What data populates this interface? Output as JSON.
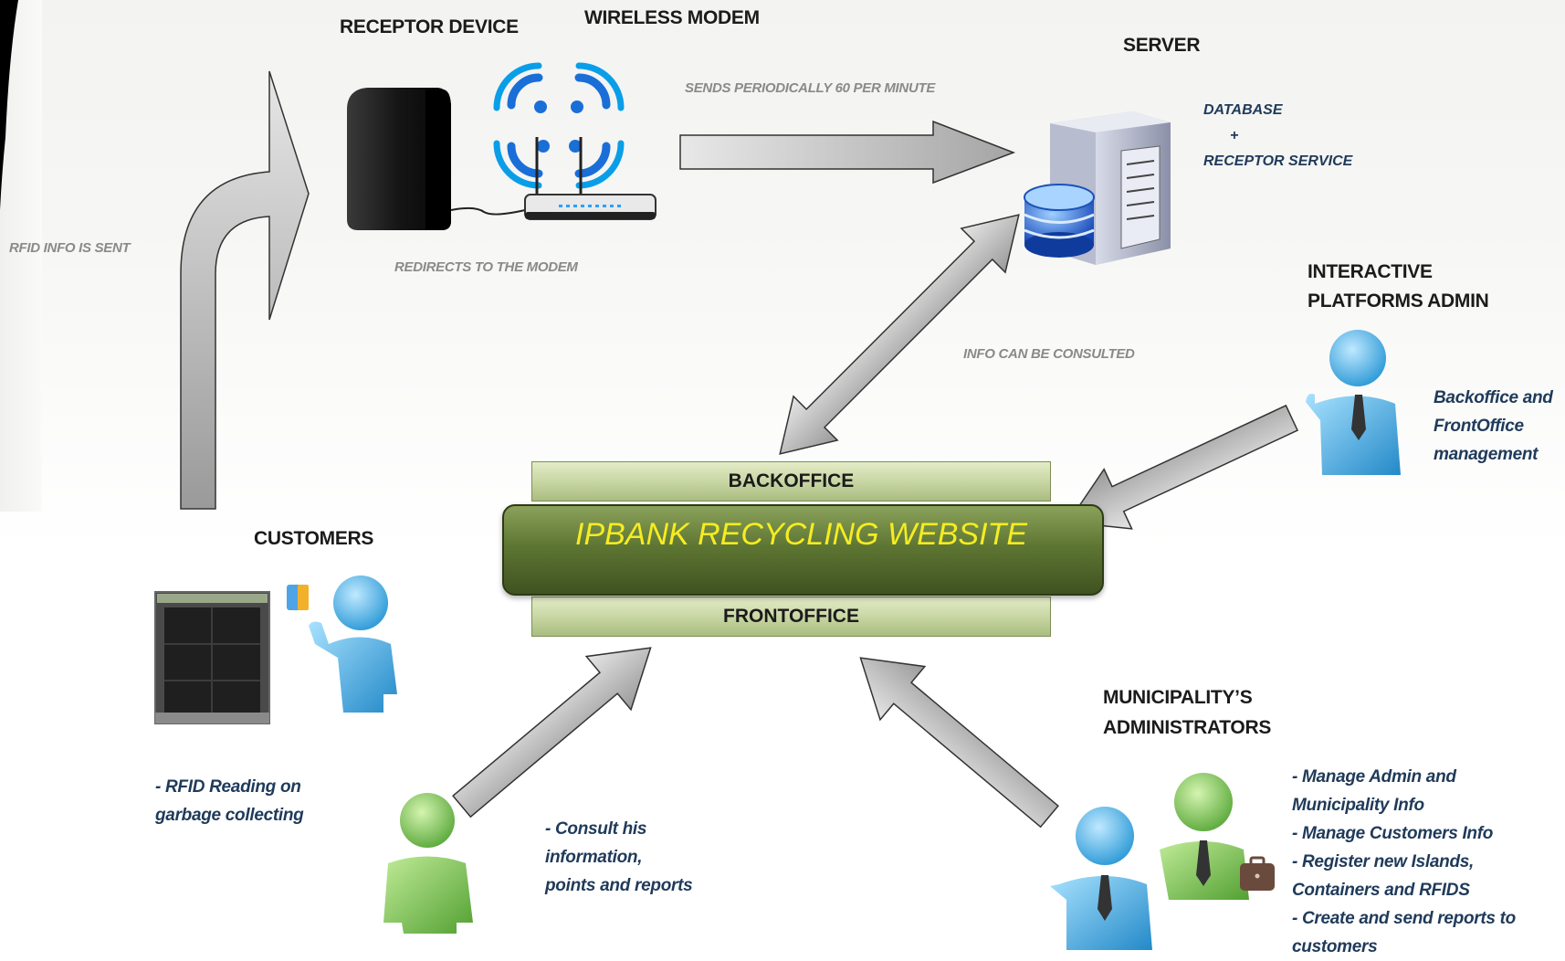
{
  "labels": {
    "receptor_device": "RECEPTOR DEVICE",
    "wireless_modem": "WIRELESS MODEM",
    "server": "SERVER",
    "interactive_admin_line1": "INTERACTIVE",
    "interactive_admin_line2": "PLATFORMS ADMIN",
    "customers": "CUSTOMERS",
    "municipality_line1": "MUNICIPALITY’S",
    "municipality_line2": "ADMINISTRATORS",
    "backoffice": "BACKOFFICE",
    "frontoffice": "FRONTOFFICE",
    "website": "IPBANK RECYCLING  WEBSITE"
  },
  "notes": {
    "sends_periodically": "SENDS PERIODICALLY 60 PER MINUTE",
    "redirects": "REDIRECTS TO THE MODEM",
    "rfid_sent": "RFID INFO IS SENT",
    "info_consulted": "INFO CAN BE CONSULTED"
  },
  "server_desc": {
    "line1": "DATABASE",
    "line2": "+",
    "line3": "RECEPTOR SERVICE"
  },
  "descriptions": {
    "admin": [
      "Backoffice and",
      "FrontOffice",
      "management"
    ],
    "customers": [
      "- RFID Reading on",
      "garbage collecting"
    ],
    "consult": [
      "- Consult his",
      "information,",
      "points and reports"
    ],
    "municipality": [
      "- Manage Admin and",
      "Municipality Info",
      "- Manage Customers Info",
      "- Register new Islands,",
      "Containers and RFIDS",
      "- Create and send reports to",
      "customers"
    ]
  },
  "colors": {
    "arrow_fill": "#b9b9b9",
    "pill_dark": "#3f5220",
    "pill_text": "#f6ec22",
    "band_fill": "#c6d4a0",
    "person_blue": "#3aa9e0",
    "person_green": "#74c04a",
    "desc_text": "#1f3a5a"
  }
}
